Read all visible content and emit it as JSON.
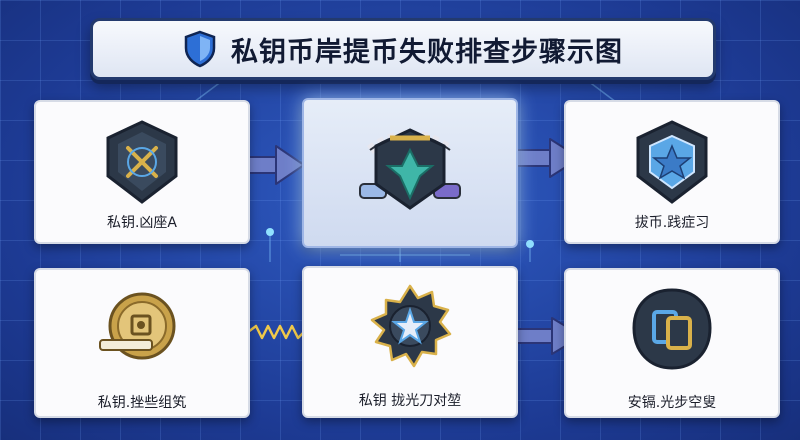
{
  "header": {
    "title": "私钥币岸提币失败排查步骤示图"
  },
  "steps": [
    {
      "label": "私钥.凶座A",
      "icon": "crossed-tools-icon"
    },
    {
      "label": "",
      "icon": "rotating-gear-emblem-icon"
    },
    {
      "label": "拔币.践症习",
      "icon": "star-shield-icon"
    },
    {
      "label": "私钥.挫些组笂",
      "icon": "golden-key-coin-icon"
    },
    {
      "label": "私钥 拢光刀对堃",
      "icon": "spiked-star-gear-icon"
    },
    {
      "label": "安镉.光步空叟",
      "icon": "copy-window-icon"
    }
  ],
  "colors": {
    "background": "#1f3f9e",
    "card": "#fbfbfd",
    "arrow": "#6e7ec8",
    "badge_dark": "#2c3848",
    "accent_blue": "#5aa7e6",
    "accent_gold": "#d9b14a",
    "accent_teal": "#3fb6a8"
  }
}
